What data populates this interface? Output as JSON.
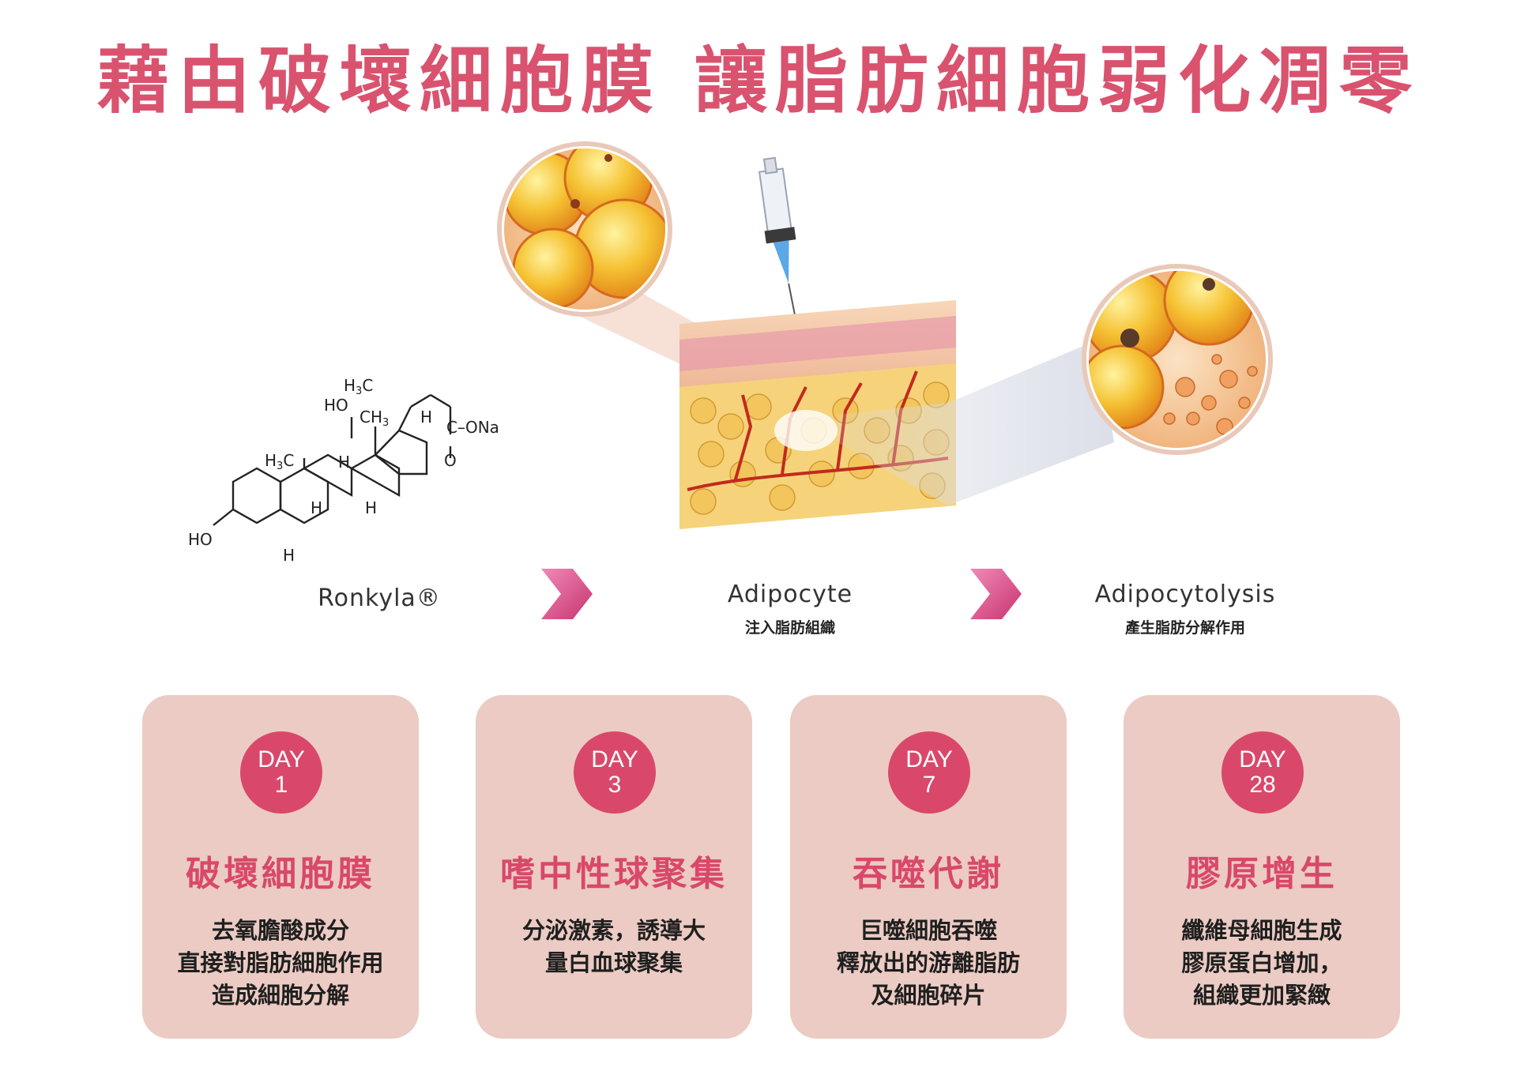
{
  "headline": "藉由破壞細胞膜 讓脂肪細胞弱化凋零",
  "colors": {
    "accent": "#d9486a",
    "headline": "#d9536f",
    "card_bg": "#ebcbc3",
    "arrow": "#d94a8c"
  },
  "molecule": {
    "labels": [
      "H3C",
      "HO",
      "CH3",
      "H",
      "C-ONa",
      "O",
      "H3C",
      "H",
      "H",
      "H",
      "HO",
      "H"
    ]
  },
  "steps": [
    {
      "label": "Ronkyla®",
      "sub": ""
    },
    {
      "label": "Adipocyte",
      "sub": "注入脂肪組織"
    },
    {
      "label": "Adipocytolysis",
      "sub": "產生脂肪分解作用"
    }
  ],
  "icons": [
    "molecule-icon",
    "fat-cells-icon",
    "syringe-icon",
    "skin-tissue-icon",
    "broken-fat-cells-icon",
    "chevron-right-icon"
  ],
  "cards": [
    {
      "day": "DAY",
      "num": "1",
      "title": "破壞細胞膜",
      "lines": [
        "去氧膽酸成分",
        "直接對脂肪細胞作用",
        "造成細胞分解"
      ]
    },
    {
      "day": "DAY",
      "num": "3",
      "title": "嗜中性球聚集",
      "lines": [
        "分泌激素，誘導大",
        "量白血球聚集"
      ]
    },
    {
      "day": "DAY",
      "num": "7",
      "title": "吞噬代謝",
      "lines": [
        "巨噬細胞吞噬",
        "釋放出的游離脂肪",
        "及細胞碎片"
      ]
    },
    {
      "day": "DAY",
      "num": "28",
      "title": "膠原增生",
      "lines": [
        "纖維母細胞生成",
        "膠原蛋白增加，",
        "組織更加緊緻"
      ]
    }
  ]
}
